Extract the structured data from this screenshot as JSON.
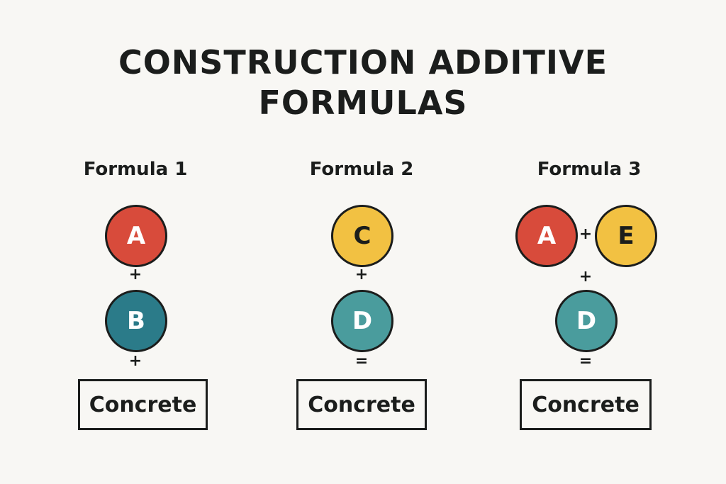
{
  "title": {
    "line1": "CONSTRUCTION ADDITIVE",
    "line2": "FORMULAS"
  },
  "colors": {
    "red": "#d84b3b",
    "teal_dark": "#2b7b89",
    "teal": "#4a9c9d",
    "yellow": "#f2c142"
  },
  "formulas": [
    {
      "label": "Formula 1",
      "inputs": [
        "A",
        "B"
      ],
      "op1": "+",
      "op2": "+",
      "result": "Concrete"
    },
    {
      "label": "Formula 2",
      "inputs": [
        "C",
        "D"
      ],
      "op1": "+",
      "op2": "=",
      "result": "Concrete"
    },
    {
      "label": "Formula 3",
      "inputs": [
        "A",
        "E",
        "D"
      ],
      "op_inline": "+",
      "op1": "+",
      "op2": "=",
      "result": "Concrete"
    }
  ]
}
